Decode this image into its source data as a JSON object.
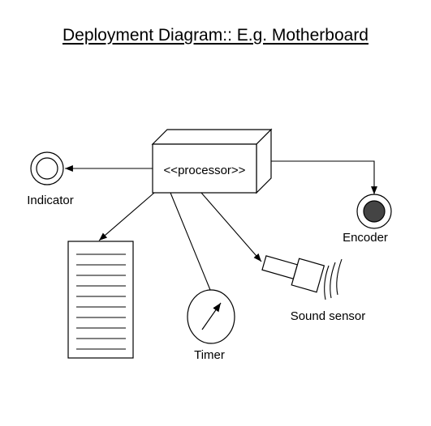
{
  "title": "Deployment Diagram:: E.g. Motherboard",
  "nodes": {
    "processor": "<<processor>>",
    "indicator": "Indicator",
    "encoder": "Encoder",
    "sound_sensor": "Sound sensor",
    "timer": "Timer"
  },
  "colors": {
    "stroke": "#000000",
    "encoder_fill": "#444444",
    "background": "#ffffff"
  }
}
